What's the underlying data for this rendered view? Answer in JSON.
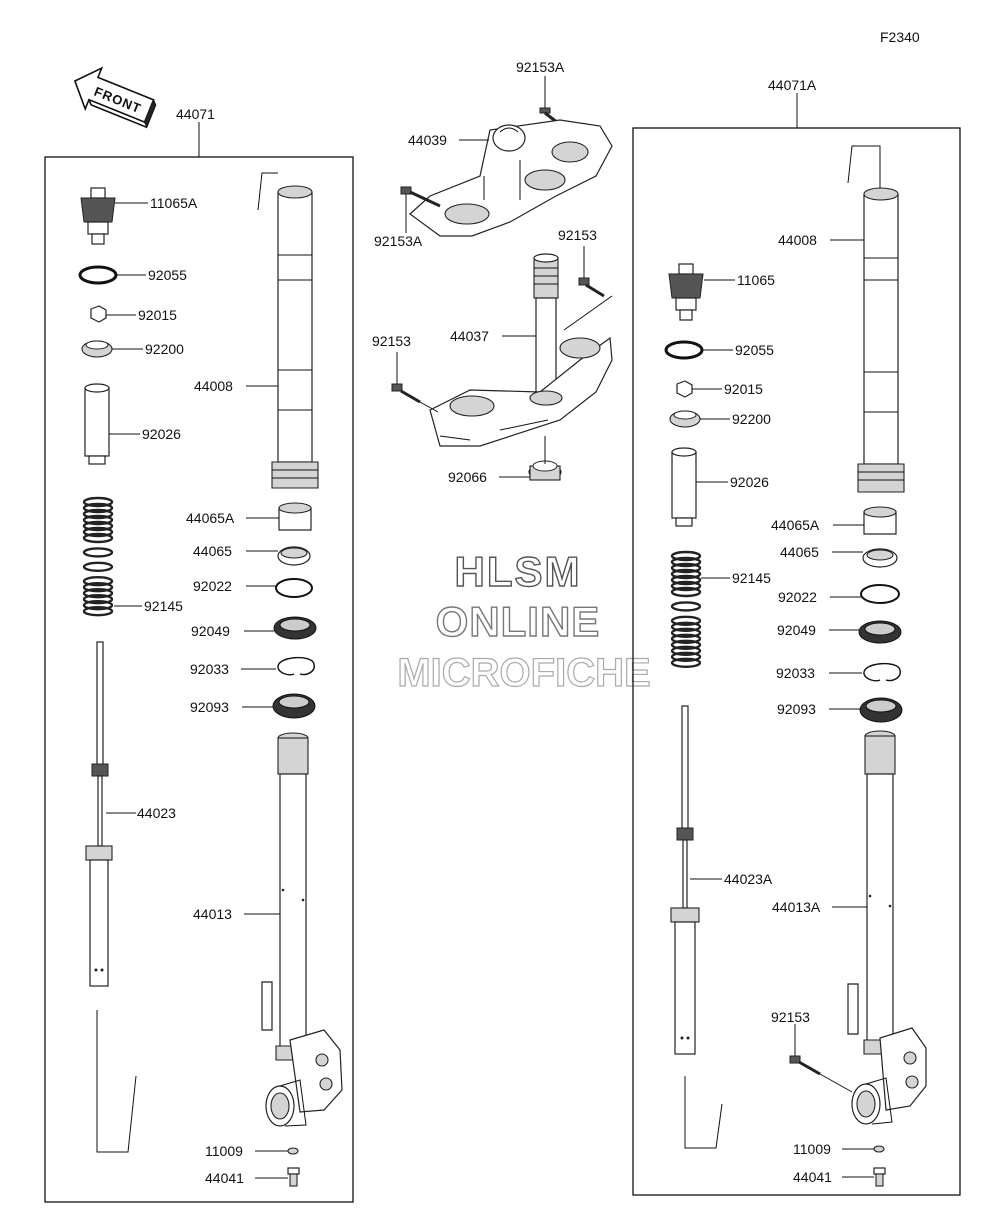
{
  "diagram": {
    "code": "F2340",
    "front_label": "FRONT",
    "watermark": {
      "line1": "HLSM",
      "line2": "ONLINE",
      "line3": "MICROFICHE"
    },
    "left_fork": {
      "assembly": "44071",
      "parts": {
        "p11065A": "11065A",
        "p92055": "92055",
        "p92015": "92015",
        "p92200": "92200",
        "p92026": "92026",
        "p44008": "44008",
        "p44065A": "44065A",
        "p44065": "44065",
        "p92022": "92022",
        "p92145": "92145",
        "p92049": "92049",
        "p92033": "92033",
        "p92093": "92093",
        "p44023": "44023",
        "p44013": "44013",
        "p11009": "11009",
        "p44041": "44041"
      }
    },
    "center": {
      "parts": {
        "p92153A_top": "92153A",
        "p44039": "44039",
        "p92153A_left": "92153A",
        "p92153_right": "92153",
        "p92153_left": "92153",
        "p44037": "44037",
        "p92066": "92066"
      }
    },
    "right_fork": {
      "assembly": "44071A",
      "parts": {
        "p44008": "44008",
        "p11065": "11065",
        "p92055": "92055",
        "p92015": "92015",
        "p92200": "92200",
        "p92026": "92026",
        "p44065A": "44065A",
        "p44065": "44065",
        "p92145": "92145",
        "p92022": "92022",
        "p92049": "92049",
        "p92033": "92033",
        "p92093": "92093",
        "p44023A": "44023A",
        "p44013A": "44013A",
        "p92153": "92153",
        "p11009": "11009",
        "p44041": "44041"
      }
    }
  }
}
